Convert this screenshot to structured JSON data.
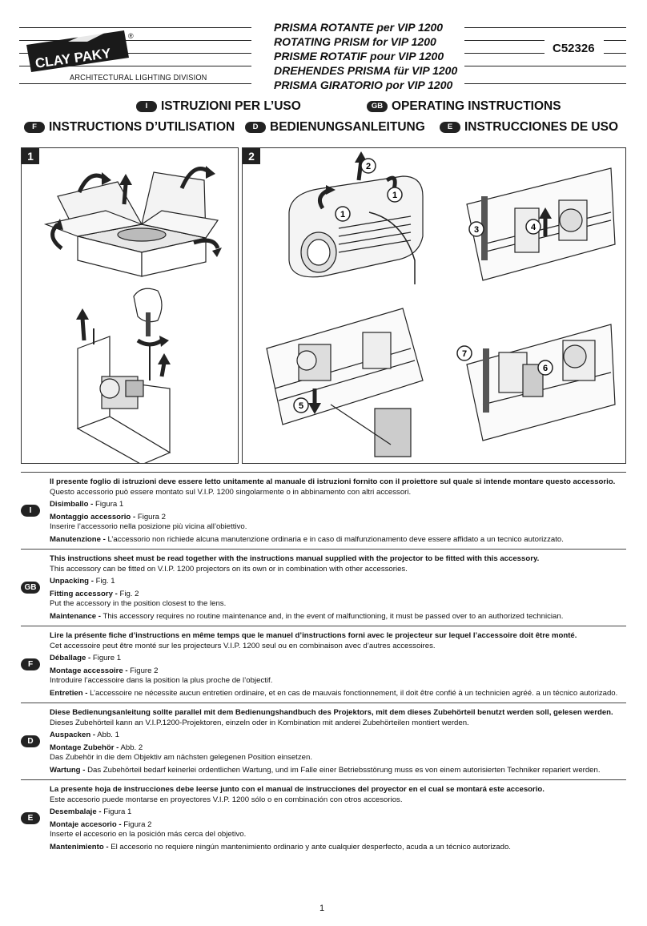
{
  "header": {
    "logo_text": "CLAY PAKY",
    "registered_mark": "®",
    "division": "ARCHITECTURAL LIGHTING DIVISION",
    "titles": [
      "PRISMA ROTANTE per VIP 1200",
      "ROTATING PRISM for VIP 1200",
      "PRISME ROTATIF pour VIP 1200",
      "DREHENDES PRISMA für VIP 1200",
      "PRISMA GIRATORIO por VIP 1200"
    ],
    "code": "C52326"
  },
  "languages": [
    {
      "badge": "I",
      "label": "ISTRUZIONI PER L’USO"
    },
    {
      "badge": "GB",
      "label": "OPERATING INSTRUCTIONS"
    },
    {
      "badge": "F",
      "label": "INSTRUCTIONS D’UTILISATION"
    },
    {
      "badge": "D",
      "label": "BEDIENUNGSANLEITUNG"
    },
    {
      "badge": "E",
      "label": "INSTRUCCIONES DE USO"
    }
  ],
  "figures": [
    {
      "number": "1"
    },
    {
      "number": "2",
      "callouts": [
        "1",
        "2",
        "1",
        "3",
        "4",
        "5",
        "6",
        "7"
      ]
    }
  ],
  "sections": [
    {
      "badge": "I",
      "intro_bold": "Il presente foglio di istruzioni deve essere letto unitamente al manuale di istruzioni fornito con il proiettore sul quale si intende montare questo accessorio.",
      "intro": "Questo accessorio può essere montato sul V.I.P. 1200 singolarmente o in abbinamento con altri accessori.",
      "unpack_label": "Disimballo -",
      "unpack_ref": "Figura 1",
      "fit_label": "Montaggio accessorio -",
      "fit_ref": "Figura 2",
      "fit_text": "Inserire l’accessorio nella posizione più vicina all’obiettivo.",
      "maint_label": "Manutenzione -",
      "maint_text": "L’accessorio non richiede alcuna manutenzione ordinaria e in caso di malfunzionamento deve essere affidato a un tecnico autorizzato."
    },
    {
      "badge": "GB",
      "intro_bold": "This instructions sheet must be read together with the instructions manual supplied with the projector to be fitted with this accessory.",
      "intro": "This accessory can be fitted on V.I.P. 1200 projectors on its own or in combination with other accessories.",
      "unpack_label": "Unpacking -",
      "unpack_ref": "Fig. 1",
      "fit_label": "Fitting accessory -",
      "fit_ref": "Fig. 2",
      "fit_text": "Put the accessory in the position closest to the lens.",
      "maint_label": "Maintenance -",
      "maint_text": "This accessory requires no routine maintenance and, in the event of malfunctioning, it must be passed over to an authorized technician."
    },
    {
      "badge": "F",
      "intro_bold": "Lire la présente fiche d’instructions en même temps que le manuel d’instructions forni avec le projecteur sur lequel l’accessoire doit être monté.",
      "intro": "Cet accessoire peut être monté sur les projecteurs V.I.P. 1200 seul ou en combinaison avec d’autres accessoires.",
      "unpack_label": "Déballage -",
      "unpack_ref": "Figure 1",
      "fit_label": "Montage accessoire -",
      "fit_ref": "Figure 2",
      "fit_text": "Introduire l’accessoire dans la position la plus proche de l’objectif.",
      "maint_label": "Entretien -",
      "maint_text": "L’accessoire ne nécessite aucun entretien ordinaire, et en cas de mauvais fonctionnement, il doit être confié à un technicien agréé. a un técnico autorizado."
    },
    {
      "badge": "D",
      "intro_bold": "Diese Bedienungsanleitung sollte parallel mit dem Bedienungshandbuch des Projektors, mit dem dieses Zubehörteil benutzt werden soll, gelesen werden.",
      "intro": "Dieses Zubehörteil kann an V.I.P.1200-Projektoren, einzeln oder in Kombination mit anderei Zubehörteilen montiert werden.",
      "unpack_label": "Auspacken -",
      "unpack_ref": "Abb. 1",
      "fit_label": "Montage Zubehör -",
      "fit_ref": "Abb. 2",
      "fit_text": "Das Zubehör in die dem Objektiv am nächsten gelegenen Position einsetzen.",
      "maint_label": "Wartung -",
      "maint_text": "Das Zubehörteil bedarf keinerlei ordentlichen Wartung, und im Falle einer Betriebsstörung muss es von einem autorisierten Techniker repariert werden."
    },
    {
      "badge": "E",
      "intro_bold": "La presente hoja de instrucciones debe leerse junto con el manual de instrucciones del proyector en el cual se montará este accesorio.",
      "intro": "Este accesorio puede montarse en proyectores V.I.P. 1200 sólo o en combinación con otros accesorios.",
      "unpack_label": "Desembalaje -",
      "unpack_ref": "Figura 1",
      "fit_label": "Montaje accesorio -",
      "fit_ref": "Figura 2",
      "fit_text": "Inserte el accesorio en la posición más cerca del objetivo.",
      "maint_label": "Mantenimiento -",
      "maint_text": "El accesorio no requiere ningún mantenimiento ordinario y ante cualquier desperfecto, acuda a un técnico autorizado."
    }
  ],
  "footer": {
    "page_number": "1"
  }
}
